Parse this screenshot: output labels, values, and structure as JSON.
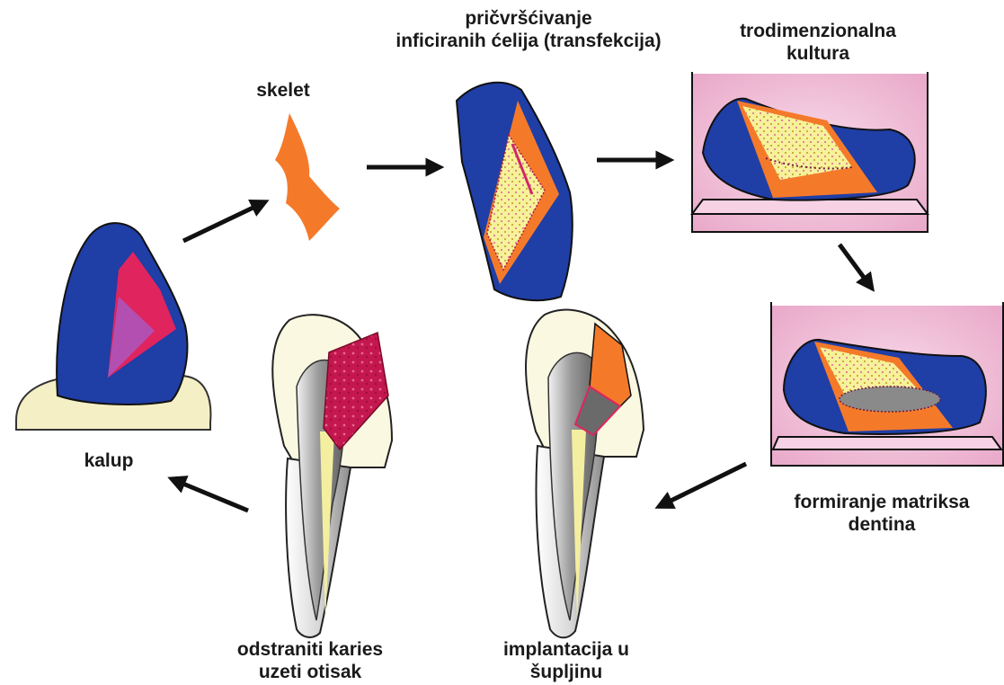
{
  "labels": {
    "skelet": "skelet",
    "transfection_line1": "pričvršćivanje",
    "transfection_line2": "inficiranih ćelija (transfekcija)",
    "culture_line1": "trodimenzionalna",
    "culture_line2": "kultura",
    "kalup": "kalup",
    "matrix_line1": "formiranje matriksa",
    "matrix_line2": "dentina",
    "remove_line1": "odstraniti karies",
    "remove_line2": "uzeti otisak",
    "implant_line1": "implantacija u",
    "implant_line2": "šupljinu"
  },
  "colors": {
    "blue": "#1f3ea6",
    "orange": "#f47a2a",
    "magenta": "#e0245e",
    "violet": "#b24fb0",
    "cream": "#f4efc4",
    "pink_bg": "#f1bfd9",
    "yellow_dots": "#f4f08a",
    "arrow": "#111111"
  }
}
